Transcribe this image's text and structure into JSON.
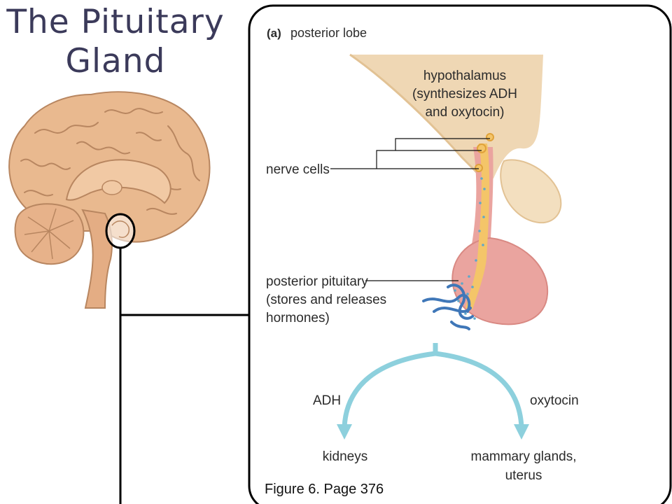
{
  "slide": {
    "title_line1": "The Pituitary",
    "title_line2": "Gland",
    "caption": "Figure 6. Page 376"
  },
  "figure": {
    "panel_letter": "(a)",
    "panel_title": "posterior lobe",
    "hypothalamus": [
      "hypothalamus",
      "(synthesizes ADH",
      "and oxytocin)"
    ],
    "nerve_cells": "nerve cells",
    "posterior_pituitary": [
      "posterior pituitary",
      "(stores and releases",
      "hormones)"
    ],
    "left_hormone": "ADH",
    "right_hormone": "oxytocin",
    "left_target": "kidneys",
    "right_target": [
      "mammary glands,",
      "uterus"
    ]
  },
  "colors": {
    "title": "#3b3a5a",
    "brain": "#e9b98f",
    "brain_line": "#b88660",
    "hypothalamus": "#efd7b4",
    "nerve_tract": "#f4c569",
    "gland": "#eaa49f",
    "vessels": "#3f77b8",
    "arrow": "#8dd0dd"
  }
}
